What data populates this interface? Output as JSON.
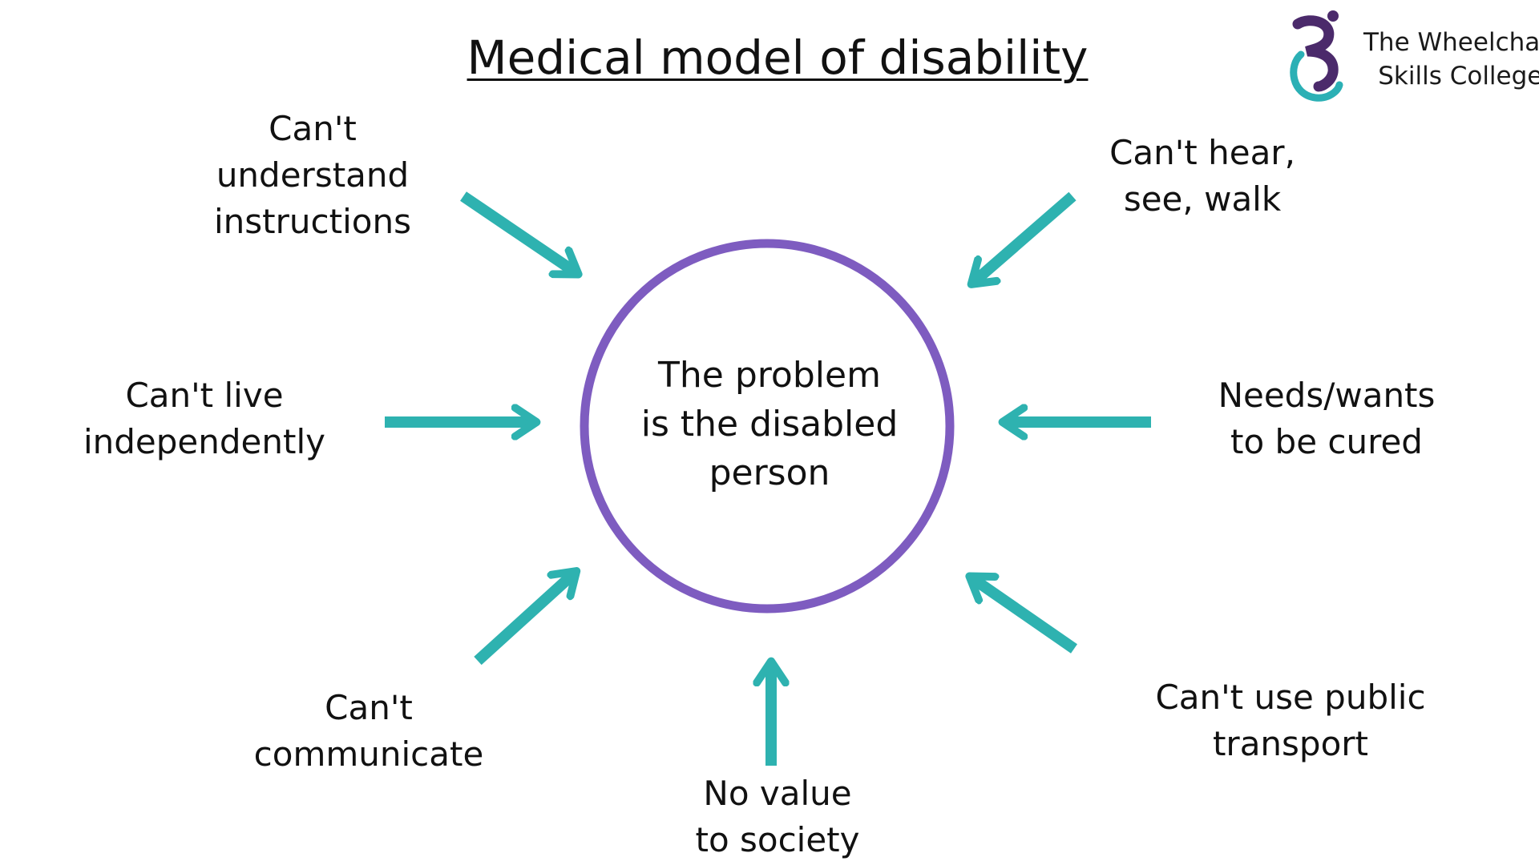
{
  "title": "Medical model of disability",
  "logo": {
    "line1": "The Wheelchair",
    "line2": "Skills College",
    "icon": "wheelchair-figure-logo-icon",
    "colors": {
      "purple": "#4B2A6B",
      "teal": "#2BB0B5"
    }
  },
  "colors": {
    "circle": "#7E5CC0",
    "arrow": "#2EB2B0",
    "text": "#111111"
  },
  "center": {
    "line1": "The problem",
    "line2": "is the disabled",
    "line3": "person"
  },
  "labels": {
    "top_left": {
      "line1": "Can't",
      "line2": "understand",
      "line3": "instructions"
    },
    "top_right": {
      "line1": "Can't hear,",
      "line2": "see, walk"
    },
    "left": {
      "line1": "Can't live",
      "line2": "independently"
    },
    "right": {
      "line1": "Needs/wants",
      "line2": "to be cured"
    },
    "bottom_left": {
      "line1": "Can't",
      "line2": "communicate"
    },
    "bottom": {
      "line1": "No value",
      "line2": "to society"
    },
    "bottom_right": {
      "line1": "Can't use public",
      "line2": "transport"
    }
  }
}
